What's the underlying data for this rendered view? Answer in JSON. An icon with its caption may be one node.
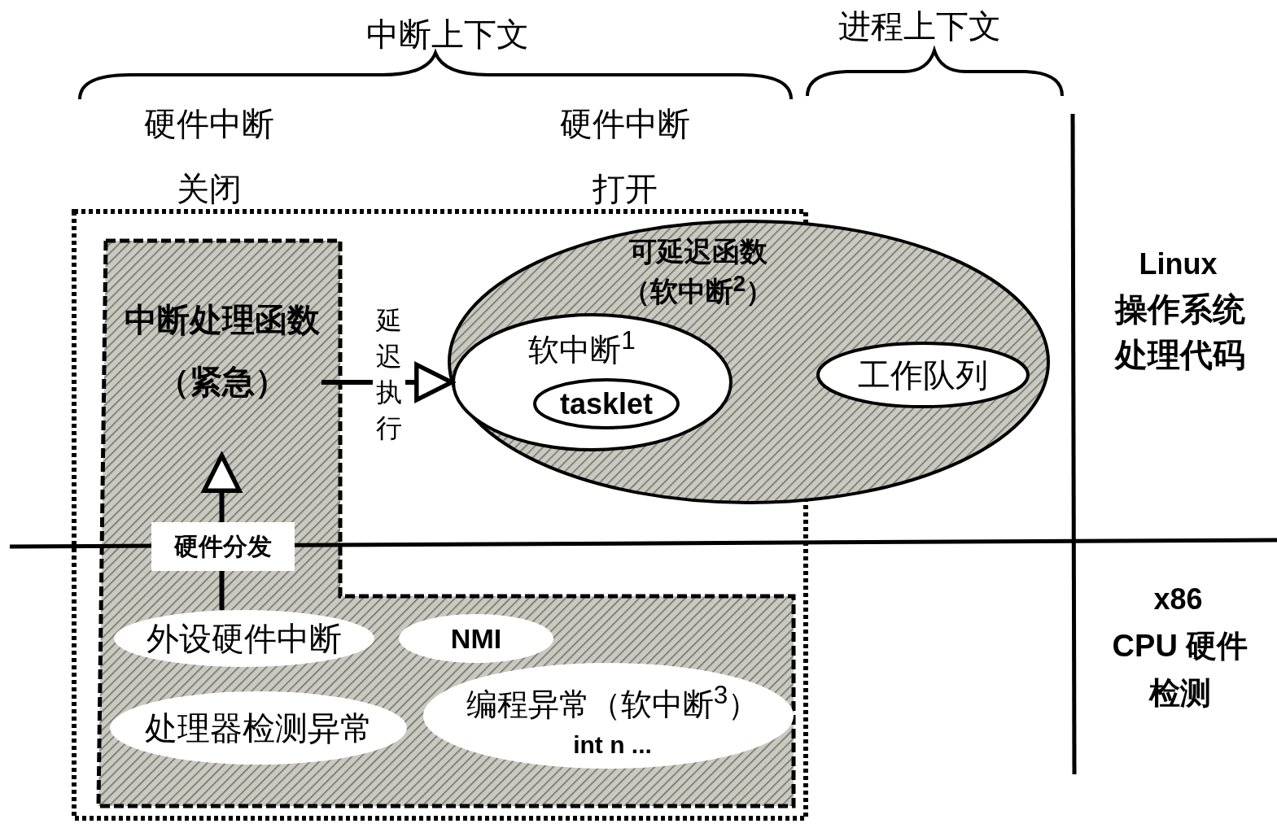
{
  "diagram": {
    "nodes": [
      {
        "text": [],
        "shape": "box"
      },
      {
        "text": [],
        "shape": "box",
        "in": 0
      },
      {
        "text": [
          "中断处理函数（紧急）"
        ],
        "in": 1
      },
      {
        "text": [
          "外设硬件中断"
        ],
        "in": 1
      },
      {
        "text": [
          "NMI"
        ],
        "in": 1
      },
      {
        "text": [
          "处理器检测异常"
        ],
        "in": 1
      },
      {
        "text": [
          "编程异常（软中断$^{3}$）",
          "int n ..."
        ],
        "in": 1
      },
      {
        "text": [
          "可延迟函数（软中断$^{2}$）"
        ]
      },
      {
        "text": [
          "软中断$^{1}$"
        ]
      },
      {
        "text": [
          "tasklet"
        ],
        "in": 8
      },
      {
        "text": [
          "工作队列"
        ],
        "in": 7
      }
    ],
    "edges": [
      {
        "from": 2,
        "to": 8,
        "arrow": "to",
        "label": "延迟执行"
      },
      {
        "from": 3,
        "to": 2,
        "arrow": "to",
        "label": "硬件分发"
      }
    ],
    "labels": [
      "中断上下文",
      "进程上下文",
      "硬件中断关闭",
      "硬件中断打开",
      "Linux",
      "操作系统处理代码",
      "x86",
      "CPU 硬件检测"
    ]
  }
}
